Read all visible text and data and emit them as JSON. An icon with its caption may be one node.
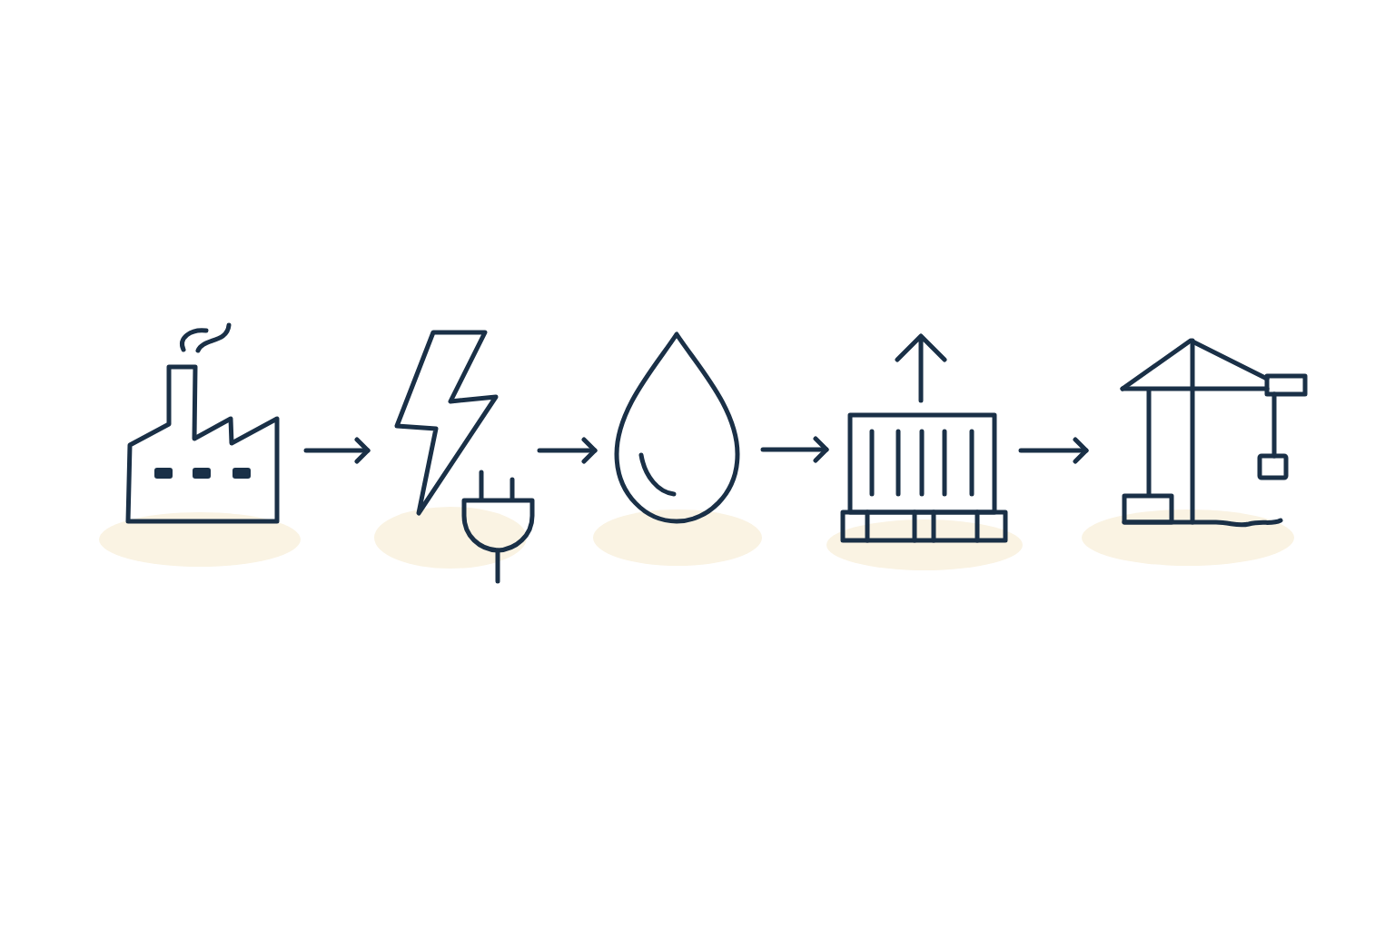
{
  "diagram": {
    "nodes": [
      {
        "text": [],
        "shape": "picture"
      },
      {
        "text": [],
        "shape": "picture"
      },
      {
        "text": [],
        "shape": "picture"
      },
      {
        "text": [],
        "shape": "picture"
      },
      {
        "text": [],
        "shape": "picture"
      }
    ],
    "edges": [
      {
        "from": 0,
        "to": 1,
        "arrow": "to"
      },
      {
        "from": 1,
        "to": 2,
        "arrow": "to"
      },
      {
        "from": 2,
        "to": 3,
        "arrow": "to"
      },
      {
        "from": 3,
        "to": 4,
        "arrow": "to"
      }
    ]
  }
}
